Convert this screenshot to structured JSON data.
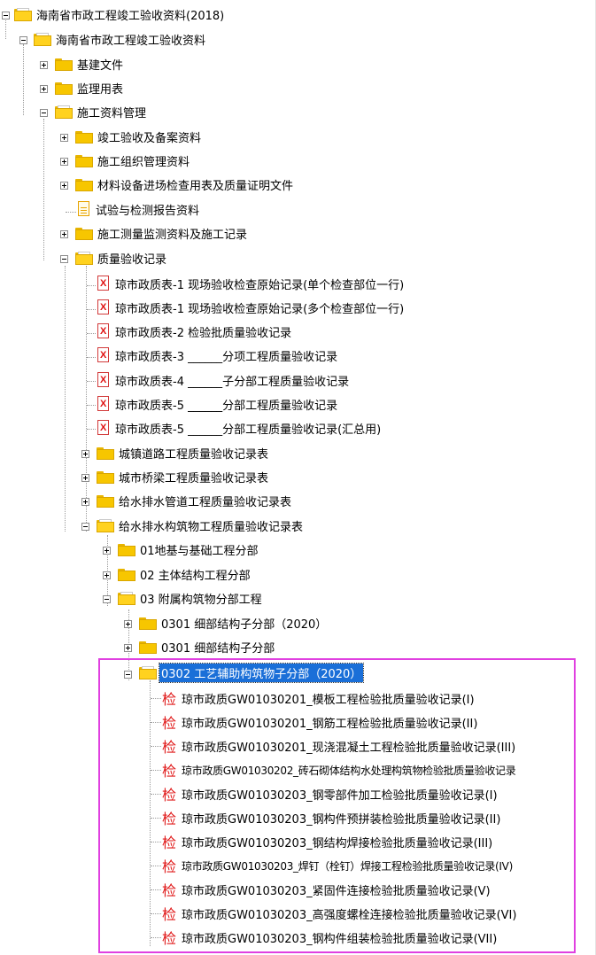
{
  "tree": {
    "root": "海南省市政工程竣工验收资料(2018)",
    "l1": "海南省市政工程竣工验收资料",
    "n_jibian": "基建文件",
    "n_jianli": "监理用表",
    "n_shigong": "施工资料管理",
    "n_jungong": "竣工验收及备案资料",
    "n_zuzhi": "施工组织管理资料",
    "n_cailiao": "材料设备进场检查用表及质量证明文件",
    "n_shiyan": "试验与检测报告资料",
    "n_celiang": "施工测量监测资料及施工记录",
    "n_zhiliang": "质量验收记录",
    "q1a": "琼市政质表-1 现场验收检查原始记录(单个检查部位一行)",
    "q1b": "琼市政质表-1 现场验收检查原始记录(多个检查部位一行)",
    "q2": "琼市政质表-2 检验批质量验收记录",
    "q3": "琼市政质表-3 ______分项工程质量验收记录",
    "q4": "琼市政质表-4 ______子分部工程质量验收记录",
    "q5a": "琼市政质表-5 ______分部工程质量验收记录",
    "q5b": "琼市政质表-5 ______分部工程质量验收记录(汇总用)",
    "n_daolu": "城镇道路工程质量验收记录表",
    "n_qiaoliang": "城市桥梁工程质量验收记录表",
    "n_guandao": "给水排水管道工程质量验收记录表",
    "n_gouzhuwu": "给水排水构筑物工程质量验收记录表",
    "g01": "01地基与基础工程分部",
    "g02": "02 主体结构工程分部",
    "g03": "03 附属构筑物分部工程",
    "g0301a": "0301 细部结构子分部（2020）",
    "g0301b": "0301 细部结构子分部",
    "g0302": "0302 工艺辅助构筑物子分部（2020）",
    "jian_glyph": "检",
    "r1": "琼市政质GW01030201_模板工程检验批质量验收记录(I)",
    "r2": "琼市政质GW01030201_钢筋工程检验批质量验收记录(II)",
    "r3": "琼市政质GW01030201_现浇混凝土工程检验批质量验收记录(III)",
    "r4": "琼市政质GW01030202_砖石砌体结构水处理构筑物检验批质量验收记录",
    "r5": "琼市政质GW01030203_钢零部件加工检验批质量验收记录(I)",
    "r6": "琼市政质GW01030203_钢构件预拼装检验批质量验收记录(II)",
    "r7": "琼市政质GW01030203_钢结构焊接检验批质量验收记录(III)",
    "r8": "琼市政质GW01030203_焊钉（栓钉）焊接工程检验批质量验收记录(IV)",
    "r9": "琼市政质GW01030203_紧固件连接检验批质量验收记录(V)",
    "r10": "琼市政质GW01030203_高强度螺栓连接检验批质量验收记录(VI)",
    "r11": "琼市政质GW01030203_钢构件组装检验批质量验收记录(VII)"
  },
  "colors": {
    "selection": "#1a6fd8",
    "highlight_box": "#e040e0",
    "folder": "#f7c600",
    "form_icon": "#e01010"
  }
}
